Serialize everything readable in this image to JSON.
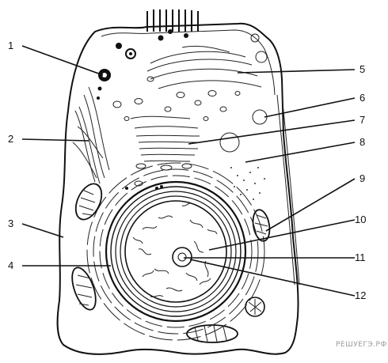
{
  "labels": [
    "1",
    "2",
    "3",
    "4",
    "5",
    "6",
    "7",
    "8",
    "9",
    "10",
    "11",
    "12"
  ],
  "watermark": "РЕШУЕГЭ.РФ"
}
